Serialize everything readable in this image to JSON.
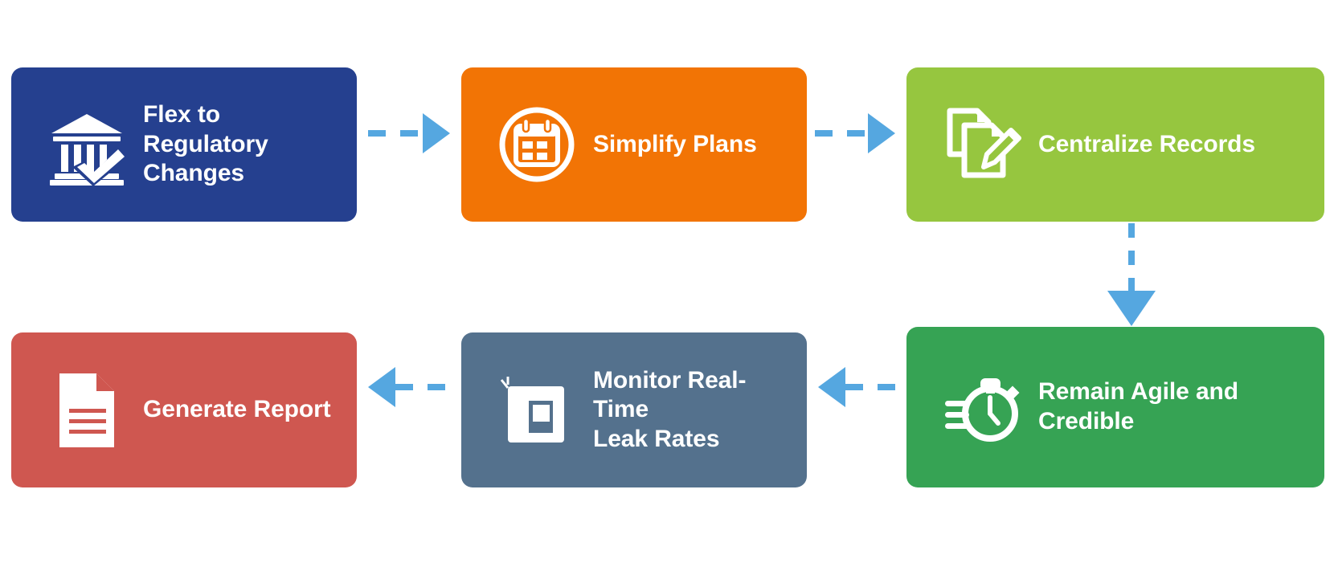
{
  "diagram": {
    "type": "process-flow",
    "layout": "two-row-serpentine",
    "background": "#ffffff",
    "connector_color": "#55a7e0",
    "connector_style": "dashed-with-solid-arrowhead",
    "nodes": [
      {
        "id": "flex-to-regulatory-changes",
        "label": "Flex to Regulatory\nChanges",
        "icon": "bank-check-icon",
        "color": "#25408f",
        "text_color": "#ffffff",
        "row": 1,
        "order": 1
      },
      {
        "id": "simplify-plans",
        "label": "Simplify Plans",
        "icon": "calendar-circle-icon",
        "color": "#f27405",
        "text_color": "#ffffff",
        "row": 1,
        "order": 2
      },
      {
        "id": "centralize-records",
        "label": "Centralize Records",
        "icon": "documents-pencil-icon",
        "color": "#96c63f",
        "text_color": "#ffffff",
        "row": 1,
        "order": 3
      },
      {
        "id": "remain-agile-and-credible",
        "label": "Remain Agile and\nCredible",
        "icon": "stopwatch-speed-icon",
        "color": "#36a354",
        "text_color": "#ffffff",
        "row": 2,
        "order": 4
      },
      {
        "id": "monitor-real-time-leak-rates",
        "label": "Monitor Real-Time\nLeak Rates",
        "icon": "monitor-square-icon",
        "color": "#54718d",
        "text_color": "#ffffff",
        "row": 2,
        "order": 5
      },
      {
        "id": "generate-report",
        "label": "Generate Report",
        "icon": "document-lines-icon",
        "color": "#cf5750",
        "text_color": "#ffffff",
        "row": 2,
        "order": 6
      }
    ],
    "connectors": [
      {
        "id": "c1",
        "from": "flex-to-regulatory-changes",
        "to": "simplify-plans",
        "direction": "right"
      },
      {
        "id": "c2",
        "from": "simplify-plans",
        "to": "centralize-records",
        "direction": "right"
      },
      {
        "id": "c3",
        "from": "centralize-records",
        "to": "remain-agile-and-credible",
        "direction": "down"
      },
      {
        "id": "c4",
        "from": "remain-agile-and-credible",
        "to": "monitor-real-time-leak-rates",
        "direction": "left"
      },
      {
        "id": "c5",
        "from": "monitor-real-time-leak-rates",
        "to": "generate-report",
        "direction": "left"
      }
    ]
  }
}
